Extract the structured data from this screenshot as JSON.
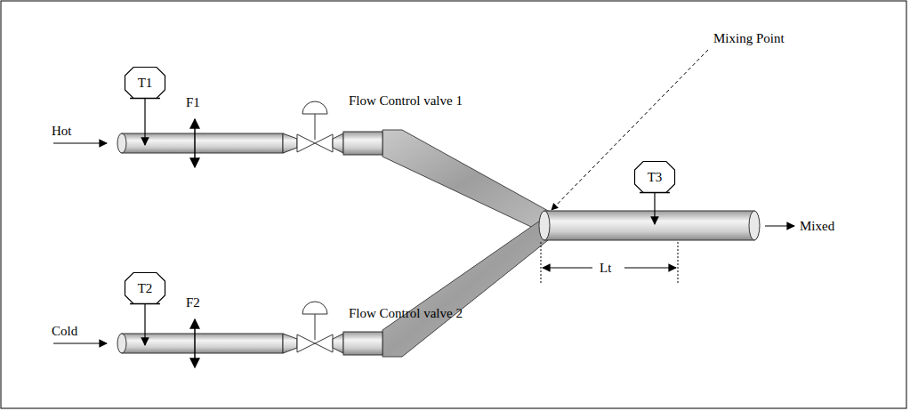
{
  "diagram": {
    "nodes": [
      {
        "text": [
          "T1"
        ]
      },
      {
        "text": [
          "T2"
        ]
      },
      {
        "text": [
          "T3"
        ]
      }
    ],
    "labels": [
      "Hot",
      "F1",
      "Flow Control valve 1",
      "Mixing Point",
      "Mixed",
      "Lt",
      "Cold",
      "F2",
      "Flow Control valve 2"
    ]
  }
}
